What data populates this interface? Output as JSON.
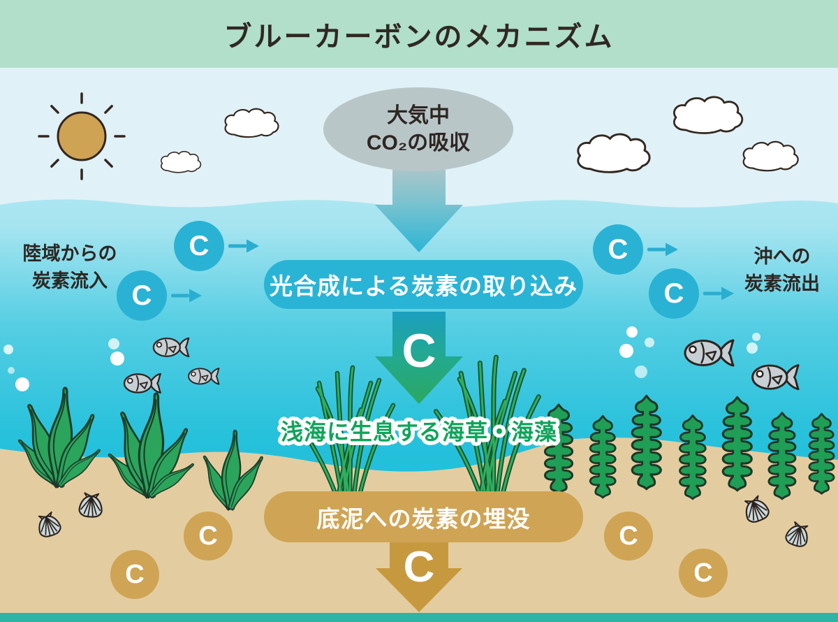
{
  "title": "ブルーカーボンのメカニズム",
  "atmosphere": {
    "line1": "大気中",
    "line2": "CO₂の吸収"
  },
  "flows": {
    "photosynthesis": "光合成による炭素の取り込み",
    "seagrass": "浅海に生息する海草・海藻",
    "burial": "底泥への炭素の埋没",
    "carbon": "C",
    "land_inflow": {
      "line1": "陸域からの",
      "line2": "炭素流入"
    },
    "offshore_outflow": {
      "line1": "沖への",
      "line2": "炭素流出"
    }
  },
  "colors": {
    "header_bg": "#b1dfc9",
    "header_text": "#2f2823",
    "sky": "#e0f1f7",
    "water_surface": "#ace6f1",
    "water_deep": "#14bcd8",
    "cyan_accent": "#29b4d6",
    "green_accent": "#2ba55c",
    "seagrass_text_green": "#0fa45a",
    "sand": "#e3cda0",
    "gold_accent": "#cfa454",
    "gold_arrow": "#c7993f",
    "atmosphere_gray": "#b8c6c8",
    "seabed_bar": "#2fb3a6"
  }
}
